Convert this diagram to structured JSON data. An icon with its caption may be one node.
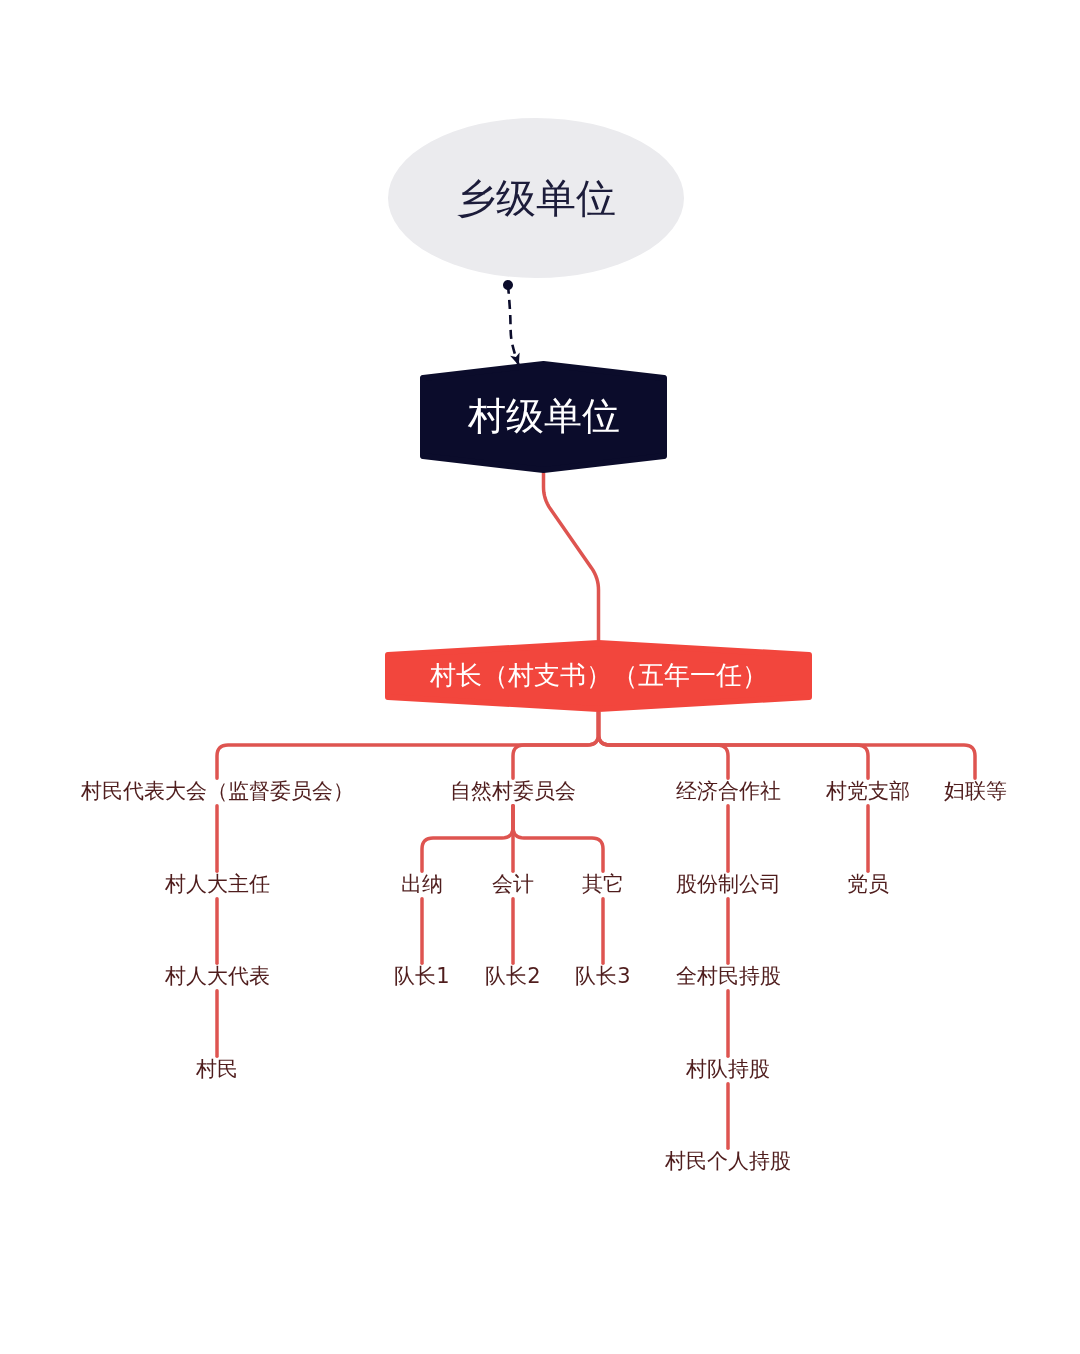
{
  "diagram": {
    "nodes": [
      {
        "text": [
          "乡级单位"
        ]
      },
      {
        "text": [
          "村级单位"
        ]
      },
      {
        "text": [
          "村长（村支书）（五年一任）"
        ]
      },
      {
        "text": [
          "村民代表大会（监督委员会）"
        ]
      },
      {
        "text": [
          "自然村委员会"
        ]
      },
      {
        "text": [
          "经济合作社"
        ]
      },
      {
        "text": [
          "村党支部"
        ]
      },
      {
        "text": [
          "妇联等"
        ]
      },
      {
        "text": [
          "村人大主任"
        ]
      },
      {
        "text": [
          "出纳"
        ]
      },
      {
        "text": [
          "会计"
        ]
      },
      {
        "text": [
          "其它"
        ]
      },
      {
        "text": [
          "股份制公司"
        ]
      },
      {
        "text": [
          "党员"
        ]
      },
      {
        "text": [
          "村人大代表"
        ]
      },
      {
        "text": [
          "队长1"
        ]
      },
      {
        "text": [
          "队长2"
        ]
      },
      {
        "text": [
          "队长3"
        ]
      },
      {
        "text": [
          "全村民持股"
        ]
      },
      {
        "text": [
          "村民"
        ]
      },
      {
        "text": [
          "村队持股"
        ]
      },
      {
        "text": [
          "村民个人持股"
        ]
      }
    ],
    "edges": [
      {
        "from": 0,
        "to": 1,
        "arrow": "to",
        "style": "dashed",
        "color": "#0b0c2b"
      },
      {
        "from": 1,
        "to": 2,
        "arrow": "none"
      },
      {
        "from": 2,
        "to": 3,
        "arrow": "none"
      },
      {
        "from": 2,
        "to": 4,
        "arrow": "none"
      },
      {
        "from": 2,
        "to": 5,
        "arrow": "none"
      },
      {
        "from": 2,
        "to": 6,
        "arrow": "none"
      },
      {
        "from": 2,
        "to": 7,
        "arrow": "none"
      },
      {
        "from": 3,
        "to": 8,
        "arrow": "none"
      },
      {
        "from": 8,
        "to": 14,
        "arrow": "none"
      },
      {
        "from": 14,
        "to": 19,
        "arrow": "none"
      },
      {
        "from": 4,
        "to": 9,
        "arrow": "none"
      },
      {
        "from": 4,
        "to": 10,
        "arrow": "none"
      },
      {
        "from": 4,
        "to": 11,
        "arrow": "none"
      },
      {
        "from": 9,
        "to": 15,
        "arrow": "none"
      },
      {
        "from": 10,
        "to": 16,
        "arrow": "none"
      },
      {
        "from": 11,
        "to": 17,
        "arrow": "none"
      },
      {
        "from": 5,
        "to": 12,
        "arrow": "none"
      },
      {
        "from": 12,
        "to": 18,
        "arrow": "none"
      },
      {
        "from": 18,
        "to": 20,
        "arrow": "none"
      },
      {
        "from": 20,
        "to": 21,
        "arrow": "none"
      },
      {
        "from": 6,
        "to": 13,
        "arrow": "none"
      }
    ]
  }
}
